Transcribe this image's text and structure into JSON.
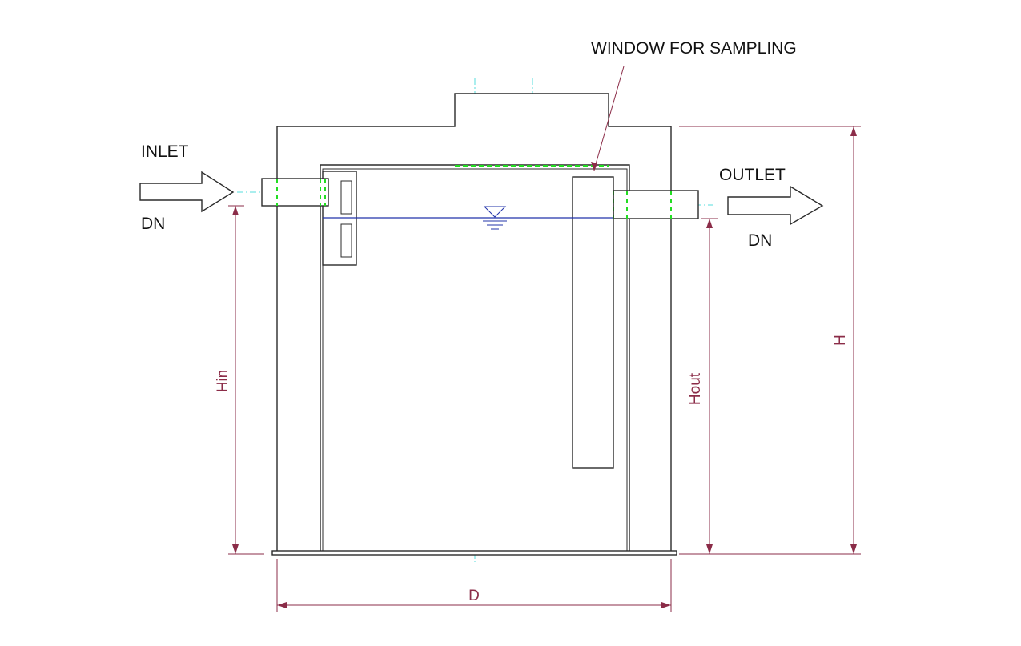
{
  "labels": {
    "window": "WINDOW FOR SAMPLING",
    "inlet": "INLET",
    "inlet_dn": "DN",
    "outlet": "OUTLET",
    "outlet_dn": "DN"
  },
  "dimensions": {
    "d": "D",
    "h": "H",
    "h_in": "Hin",
    "h_out": "Hout"
  },
  "colors": {
    "dimension": "#8b2c48",
    "water_level": "#2233aa",
    "hidden_edge": "#22dd22",
    "centerline": "#55dddd",
    "outline": "#2b2b2b"
  }
}
